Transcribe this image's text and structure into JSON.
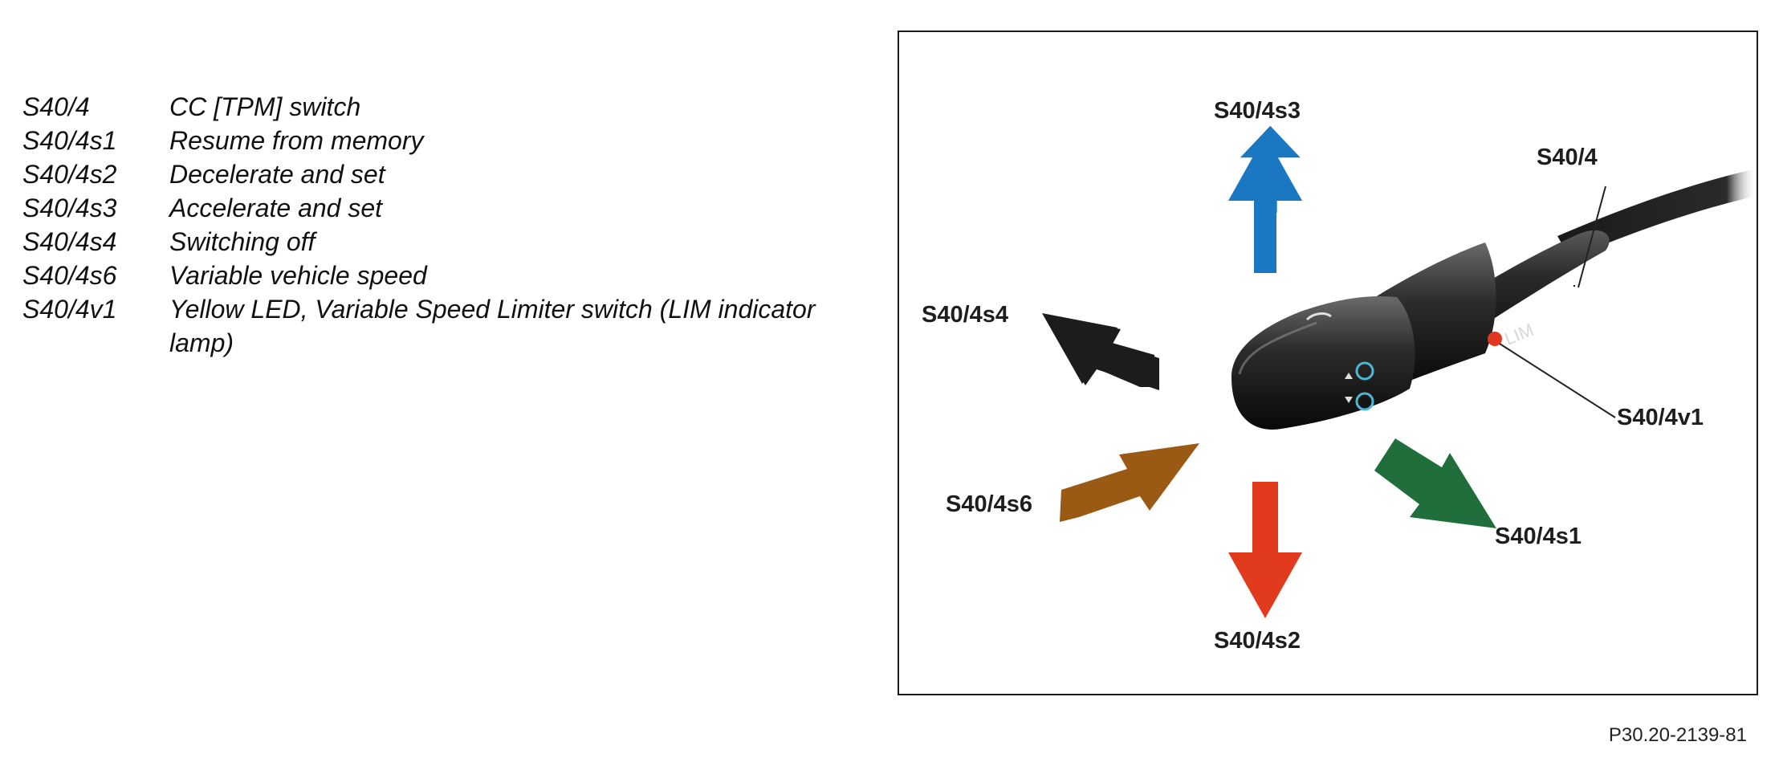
{
  "legend": [
    {
      "code": "S40/4",
      "desc": "CC [TPM] switch"
    },
    {
      "code": "S40/4s1",
      "desc": "Resume from memory"
    },
    {
      "code": "S40/4s2",
      "desc": "Decelerate and set"
    },
    {
      "code": "S40/4s3",
      "desc": "Accelerate and set"
    },
    {
      "code": "S40/4s4",
      "desc": "Switching off"
    },
    {
      "code": "S40/4s6",
      "desc": "Variable vehicle speed"
    },
    {
      "code": "S40/4v1",
      "desc": "Yellow LED, Variable Speed Limiter switch (LIM indicator lamp)"
    }
  ],
  "figure": {
    "callouts": {
      "s40_4": "S40/4",
      "s40_4s1": "S40/4s1",
      "s40_4s2": "S40/4s2",
      "s40_4s3": "S40/4s3",
      "s40_4s4": "S40/4s4",
      "s40_4s6": "S40/4s6",
      "s40_4v1": "S40/4v1"
    },
    "switch_text": "LIM",
    "arrow_colors": {
      "accelerate": "#1a78c2",
      "decelerate": "#e23a1c",
      "resume": "#1f6e3b",
      "off": "#1c1c1c",
      "variable": "#9a5a14"
    }
  },
  "figure_id": "P30.20-2139-81"
}
